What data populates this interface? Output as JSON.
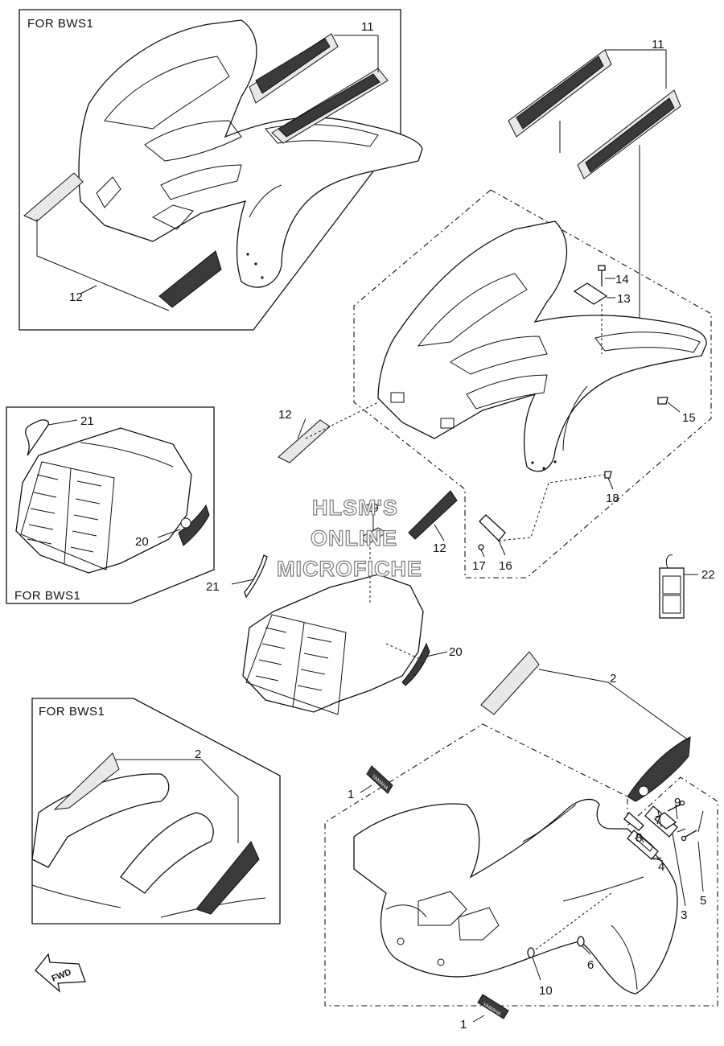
{
  "boxes": {
    "top_left_title": "FOR BWS1",
    "middle_left_title": "FOR BWS1",
    "lower_left_title": "FOR BWS1"
  },
  "watermark": {
    "line1": "HLSM'S",
    "line2": "ONLINE",
    "line3": "MICROFICHE"
  },
  "fwd_label": "FWD",
  "badge_text": "YAMAHA",
  "callouts": {
    "c1a": "1",
    "c1b": "1",
    "c2a": "2",
    "c2b": "2",
    "c3": "3",
    "c4": "4",
    "c5": "5",
    "c6": "6",
    "c7": "7",
    "c8": "8",
    "c9": "9",
    "c10": "10",
    "c11a": "11",
    "c11b": "11",
    "c12a": "12",
    "c12b": "12",
    "c12c": "12",
    "c13": "13",
    "c14": "14",
    "c15": "15",
    "c16": "16",
    "c17": "17",
    "c18": "18",
    "c19": "19",
    "c20a": "20",
    "c20b": "20",
    "c21a": "21",
    "c21b": "21",
    "c22": "22"
  }
}
